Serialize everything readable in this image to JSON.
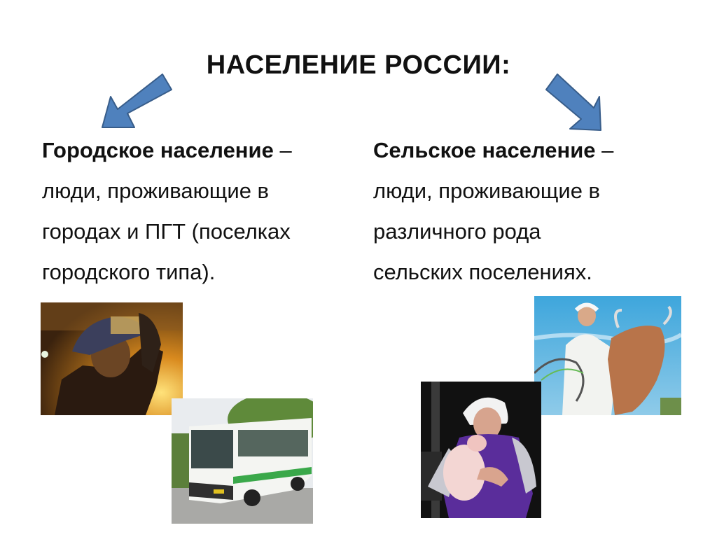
{
  "slide": {
    "title": "НАСЕЛЕНИЕ  РОССИИ:",
    "left": {
      "term": "Городское население",
      "dash": " –",
      "lines": [
        "люди, проживающие в",
        "городах и ПГТ  (поселках",
        "городского типа)."
      ],
      "photos": [
        {
          "name": "steelworker-photo",
          "description": "Steelworker in protective helmet near molten metal glow"
        },
        {
          "name": "city-bus-photo",
          "description": "White and green city bus on a street"
        }
      ]
    },
    "right": {
      "term": "Сельское  население",
      "dash": " –",
      "lines": [
        "люди, проживающие в",
        "различного рода",
        "сельских поселениях."
      ],
      "photos": [
        {
          "name": "milkmaid-cow-photo",
          "description": "Woman in white coat with a cow and milking equipment under blue sky"
        },
        {
          "name": "woman-with-piglet-photo",
          "description": "Woman in headscarf holding a piglet in a barn"
        }
      ]
    },
    "arrows": {
      "color": "#4f81bd",
      "outline": "#385d8a",
      "left_icon": "arrow-down-left-icon",
      "right_icon": "arrow-down-right-icon"
    }
  }
}
